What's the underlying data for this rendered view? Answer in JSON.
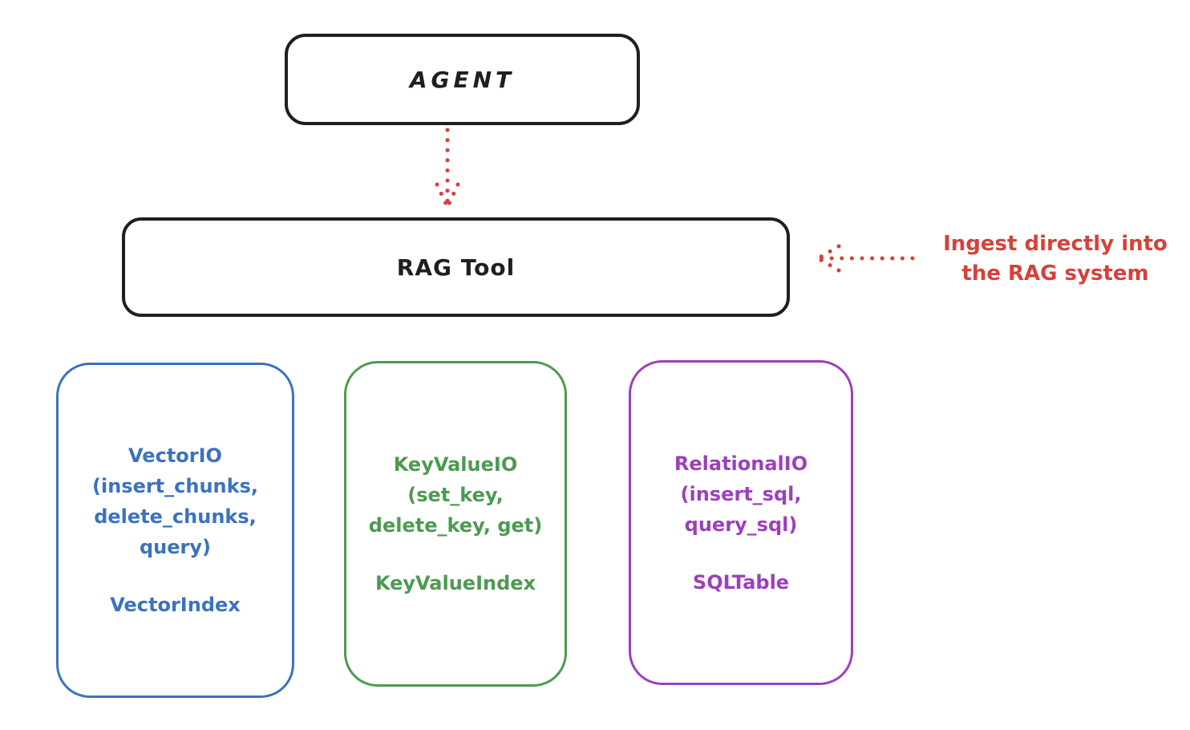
{
  "canvas": {
    "background": "#ffffff"
  },
  "colors": {
    "ink": "#1f1f1f",
    "red": "#d6413a",
    "blue": "#3b72c0",
    "green": "#4d9a52",
    "purple": "#9d3fbd"
  },
  "agent": {
    "label": "AGENT"
  },
  "rag_tool": {
    "label": "RAG Tool"
  },
  "annotation": {
    "text": "Ingest directly into\nthe RAG system"
  },
  "backends": {
    "vector": {
      "api": "VectorIO\n(insert_chunks,\ndelete_chunks,\nquery)",
      "index": "VectorIndex"
    },
    "keyvalue": {
      "api": "KeyValueIO\n(set_key,\ndelete_key, get)",
      "index": "KeyValueIndex"
    },
    "relational": {
      "api": "RelationalIO\n(insert_sql,\nquery_sql)",
      "index": "SQLTable"
    }
  }
}
